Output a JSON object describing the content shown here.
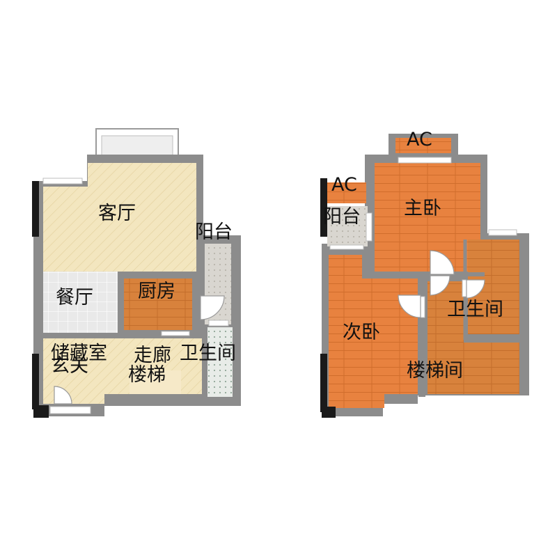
{
  "floor1": {
    "living_room": "客厅",
    "balcony": "阳台",
    "dining_room": "餐厅",
    "kitchen": "厨房",
    "storage_room": "储藏室",
    "entrance": "玄关",
    "corridor": "走廊",
    "stairs": "楼梯",
    "bathroom": "卫生间"
  },
  "floor2": {
    "ac_top": "AC",
    "ac_left": "AC",
    "balcony": "阳台",
    "master_bedroom": "主卧",
    "second_bedroom": "次卧",
    "bathroom": "卫生间",
    "stairwell": "楼梯间"
  },
  "colors": {
    "wall": "#8c8c8c",
    "wall_dark": "#1a1a1a",
    "living_floor": "#f3e6bf",
    "tile_floor": "#e9e9e9",
    "wood_floor": "#d8823c",
    "bedroom_floor": "#e8823f",
    "stair_floor": "#f6e9c8",
    "balcony_floor": "#d9d6d0"
  }
}
